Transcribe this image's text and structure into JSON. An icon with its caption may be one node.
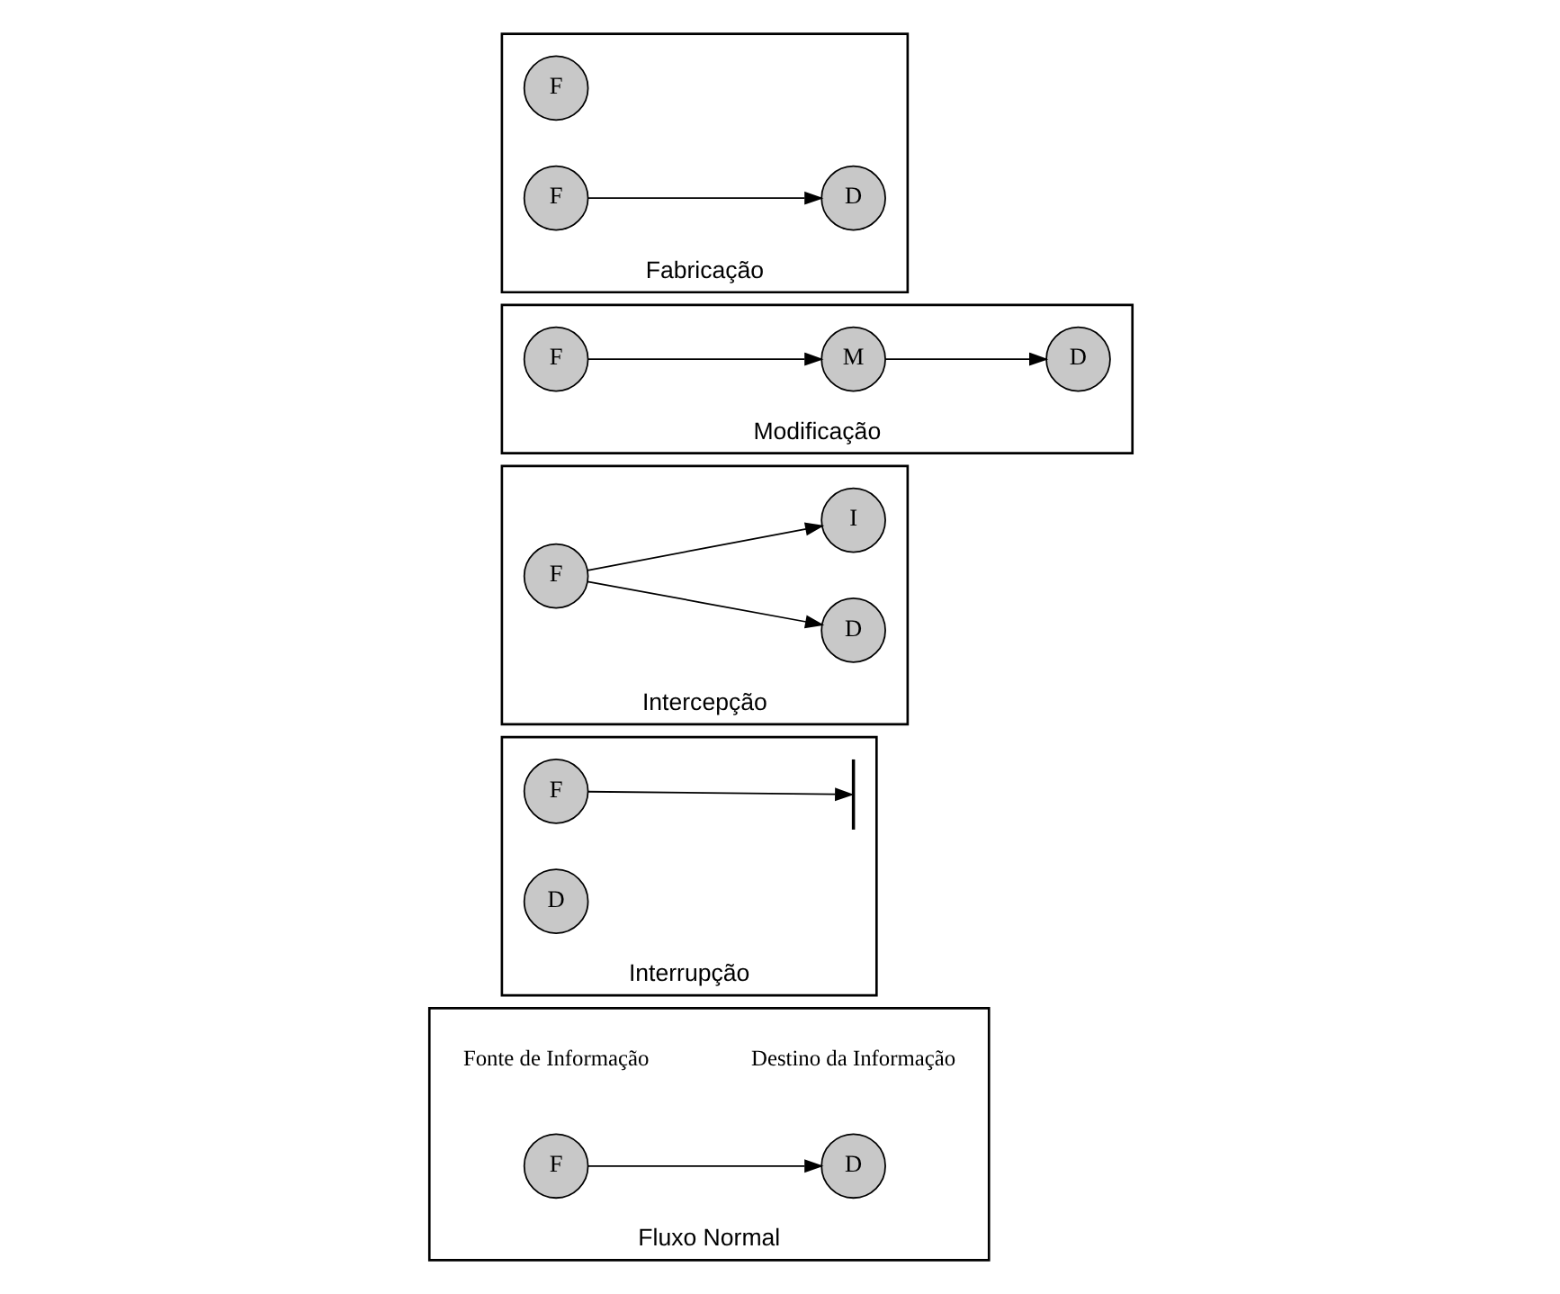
{
  "diagram": {
    "nodes": [
      {
        "text": [
          "Fluxo Normal"
        ]
      },
      {
        "text": [
          "F"
        ],
        "in": 0,
        "beside": [
          "Fonte de Informação"
        ]
      },
      {
        "text": [
          "D"
        ],
        "in": 0,
        "beside": [
          "Destino da Informação"
        ]
      },
      {
        "text": [
          "Interrupção"
        ]
      },
      {
        "text": [
          "F"
        ],
        "in": 3
      },
      {
        "text": [
          "D"
        ],
        "in": 3
      },
      {
        "text": [],
        "shape": "bar",
        "in": 3
      },
      {
        "text": [
          "Intercepção"
        ]
      },
      {
        "text": [
          "F"
        ],
        "in": 7
      },
      {
        "text": [
          "D"
        ],
        "in": 7
      },
      {
        "text": [
          "I"
        ],
        "in": 7
      },
      {
        "text": [
          "Modificação"
        ]
      },
      {
        "text": [
          "F"
        ],
        "in": 11
      },
      {
        "text": [
          "M"
        ],
        "in": 11
      },
      {
        "text": [
          "D"
        ],
        "in": 11
      },
      {
        "text": [
          "Fabricação"
        ]
      },
      {
        "text": [
          "F"
        ],
        "in": 15
      },
      {
        "text": [
          "D"
        ],
        "in": 15
      },
      {
        "text": [
          "F"
        ],
        "in": 15
      }
    ],
    "edges": [
      {
        "from": 1,
        "to": 2,
        "arrow": "to"
      },
      {
        "from": 4,
        "to": 6,
        "arrow": "to"
      },
      {
        "from": 8,
        "to": 9,
        "arrow": "to"
      },
      {
        "from": 8,
        "to": 10,
        "arrow": "to"
      },
      {
        "from": 12,
        "to": 13,
        "arrow": "to"
      },
      {
        "from": 13,
        "to": 14,
        "arrow": "to"
      },
      {
        "from": 18,
        "to": 17,
        "arrow": "to"
      }
    ]
  }
}
